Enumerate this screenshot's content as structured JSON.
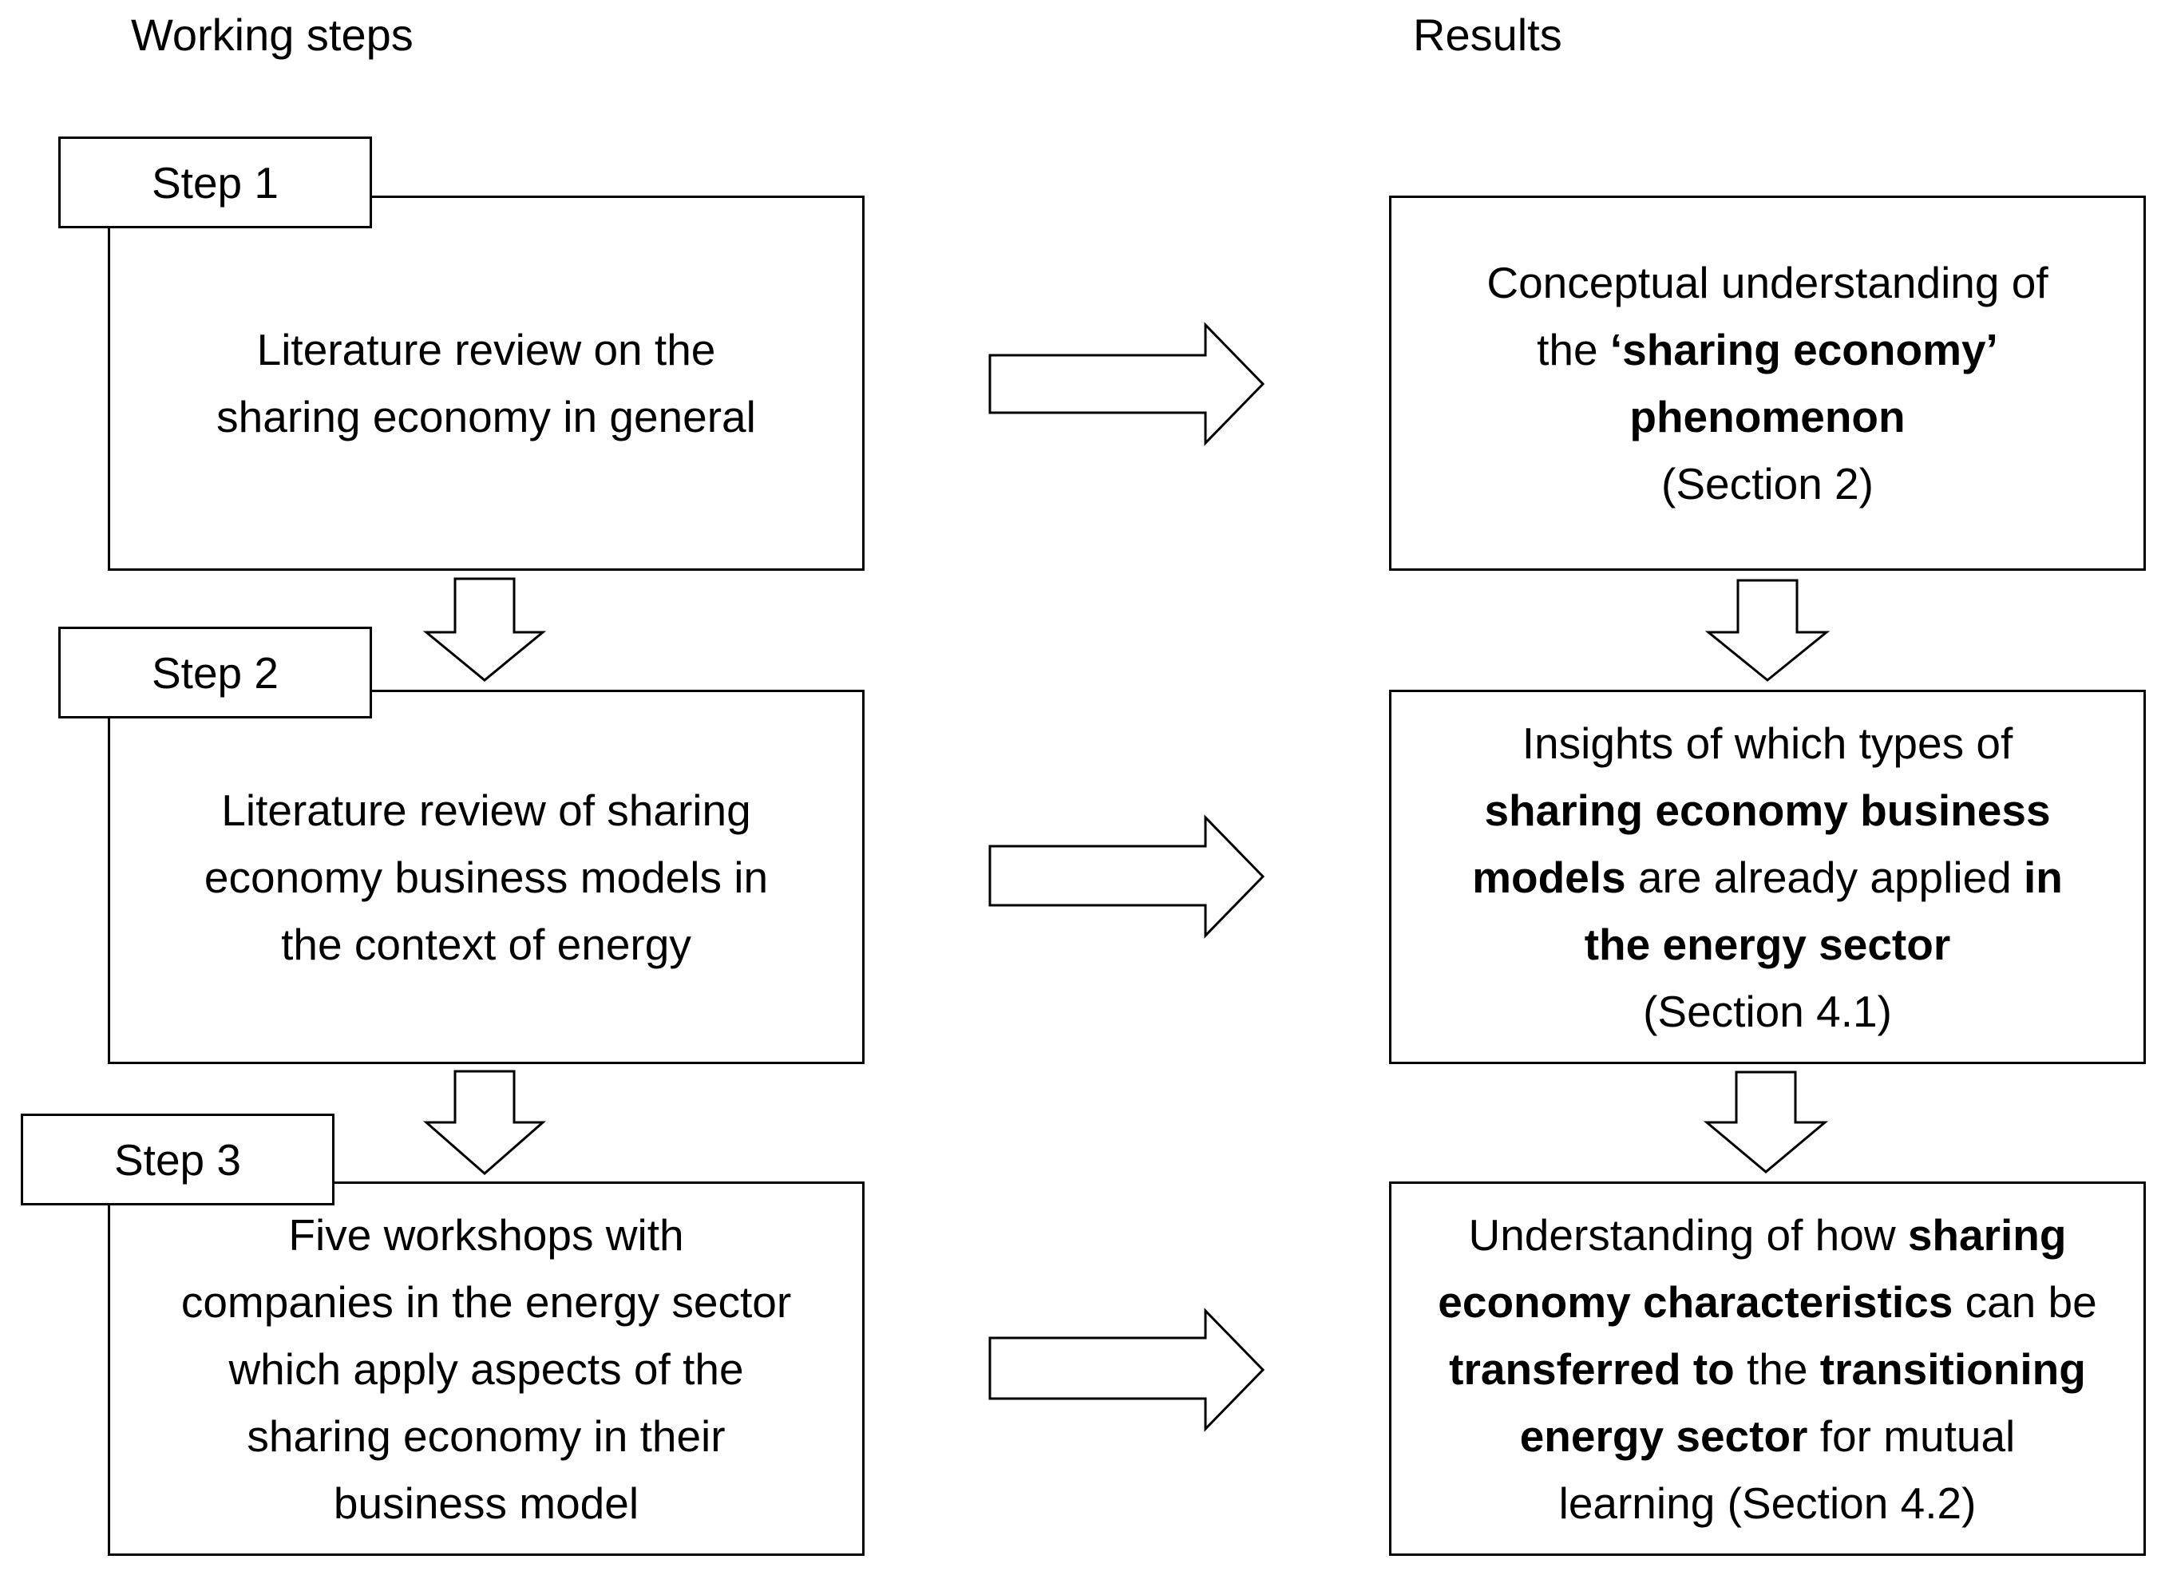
{
  "headers": {
    "left": "Working steps",
    "right": "Results"
  },
  "steps": [
    {
      "tab": "Step 1",
      "lines": [
        "Literature review on the",
        "sharing economy in general"
      ]
    },
    {
      "tab": "Step 2",
      "lines": [
        "Literature review of sharing",
        "economy business models in",
        "the context of energy"
      ]
    },
    {
      "tab": "Step 3",
      "lines": [
        "Five workshops with",
        "companies in the energy sector",
        "which apply aspects of the",
        "sharing economy in their",
        "business model"
      ]
    }
  ],
  "results": [
    {
      "lines": [
        [
          {
            "t": "Conceptual understanding of",
            "b": false
          }
        ],
        [
          {
            "t": "the ",
            "b": false
          },
          {
            "t": "‘sharing economy’",
            "b": true
          }
        ],
        [
          {
            "t": "phenomenon",
            "b": true
          }
        ],
        [
          {
            "t": "(Section 2)",
            "b": false
          }
        ]
      ]
    },
    {
      "lines": [
        [
          {
            "t": "Insights of which types of",
            "b": false
          }
        ],
        [
          {
            "t": "sharing economy business",
            "b": true
          }
        ],
        [
          {
            "t": "models",
            "b": true
          },
          {
            "t": " are already applied ",
            "b": false
          },
          {
            "t": "in",
            "b": true
          }
        ],
        [
          {
            "t": "the energy sector",
            "b": true
          }
        ],
        [
          {
            "t": "(Section 4.1)",
            "b": false
          }
        ]
      ]
    },
    {
      "lines": [
        [
          {
            "t": "Understanding of how ",
            "b": false
          },
          {
            "t": "sharing",
            "b": true
          }
        ],
        [
          {
            "t": "economy characteristics",
            "b": true
          },
          {
            "t": " can be",
            "b": false
          }
        ],
        [
          {
            "t": "transferred to",
            "b": true
          },
          {
            "t": " the ",
            "b": false
          },
          {
            "t": "transitioning",
            "b": true
          }
        ],
        [
          {
            "t": "energy sector",
            "b": true
          },
          {
            "t": " for mutual",
            "b": false
          }
        ],
        [
          {
            "t": "learning (Section 4.2)",
            "b": false
          }
        ]
      ]
    }
  ]
}
